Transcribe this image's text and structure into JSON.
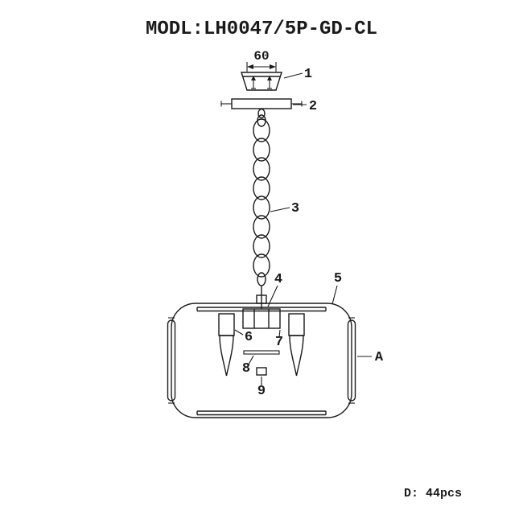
{
  "title": "MODL:LH0047/5P-GD-CL",
  "dimension": {
    "width_label": "60"
  },
  "callouts": {
    "c1": "1",
    "c2": "2",
    "c3": "3",
    "c4": "4",
    "c5": "5",
    "c6": "6",
    "c7": "7",
    "c8": "8",
    "c9": "9",
    "cA": "A"
  },
  "footer": {
    "pieces": "D: 44pcs"
  },
  "colors": {
    "ink": "#1a1a1a",
    "background": "#ffffff"
  }
}
